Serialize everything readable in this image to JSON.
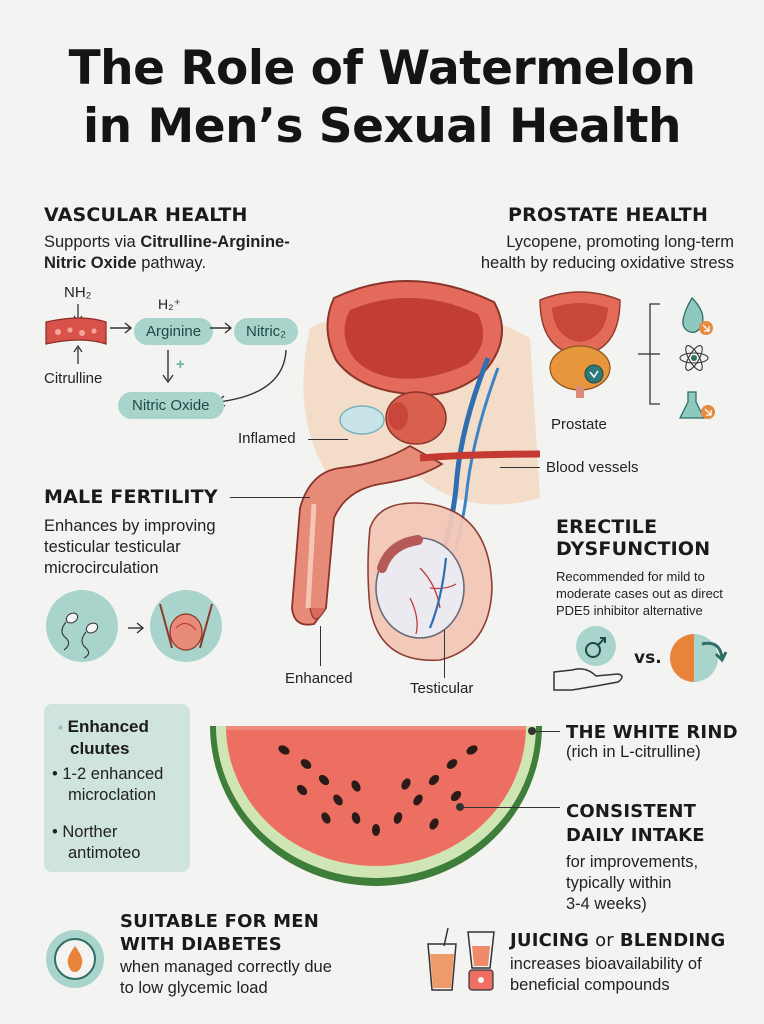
{
  "title": {
    "line1": "The Role of Watermelon",
    "line2": "in Men’s Sexual Health"
  },
  "vascular": {
    "heading": "VASCULAR HEALTH",
    "desc_prefix": "Supports via ",
    "desc_bold1": "Citrulline-Arginine-",
    "desc_bold2": "Nitric Oxide",
    "desc_suffix": " pathway.",
    "nh2": "NH₂",
    "h2": "H₂⁺",
    "arginine": "Arginine",
    "nitric2": "Nitric₂",
    "citrulline": "Citrulline",
    "nitric_oxide": "Nitric Oxide",
    "plus": "+"
  },
  "prostate": {
    "heading": "PROSTATE HEALTH",
    "desc1": "Lycopene, promoting long-term",
    "desc2": "health by reducing oxidative stress",
    "label": "Prostate"
  },
  "anatomy": {
    "inflamed": "Inflamed",
    "blood_vessels": "Blood vessels",
    "enhanced": "Enhanced",
    "testicular": "Testicular"
  },
  "fertility": {
    "heading": "MALE FERTILITY",
    "desc1": "Enhances by improving",
    "desc2": "testicular testicular",
    "desc3": "microcirculation"
  },
  "erectile": {
    "heading1": "ERECTILE",
    "heading2": "DYSFUNCTION",
    "desc1": "Recommended for mild to",
    "desc2": "moderate cases out as direct",
    "desc3": "PDE5 inhibitor alternative",
    "vs": "vs."
  },
  "enhanced_box": {
    "title1": "Enhanced",
    "title2": "cluutes",
    "item1a": "1-2 enhanced",
    "item1b": "microclation",
    "item2a": "Norther",
    "item2b": "antimoteo"
  },
  "rind": {
    "heading": "THE WHITE RIND",
    "desc": "(rich in L-citrulline)"
  },
  "intake": {
    "heading1": "CONSISTENT",
    "heading2": "DAILY INTAKE",
    "desc1": "for improvements,",
    "desc2": "typically within",
    "desc3": "3-4 weeks)"
  },
  "diabetes": {
    "heading1": "SUITABLE FOR MEN",
    "heading2": "WITH DIABETES",
    "desc1": "when managed correctly due",
    "desc2": "to low glycemic load"
  },
  "juicing": {
    "heading_a": "JUICING",
    "heading_or": " or ",
    "heading_b": "BLENDING",
    "desc1": "increases bioavailability of",
    "desc2": "beneficial compounds"
  },
  "colors": {
    "teal": "#a8d4cc",
    "flesh": "#ec6f62",
    "rind": "#3f7d3b",
    "orange": "#e8833a"
  }
}
